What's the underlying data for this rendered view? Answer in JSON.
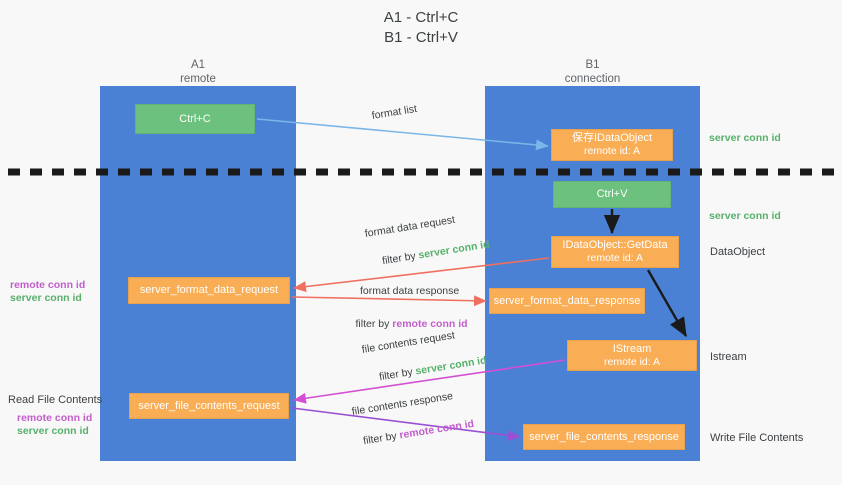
{
  "title": "A1 - Ctrl+C\nB1 - Ctrl+V",
  "lanes": [
    {
      "name": "A1",
      "sub": "remote",
      "header": "A1\nremote"
    },
    {
      "name": "B1",
      "sub": "connection",
      "header": "B1\nconnection"
    }
  ],
  "colors": {
    "lane": "#4a81d4",
    "green_box": "#6cc17e",
    "orange_box": "#f9ad54",
    "server_conn_id": "#57b06a",
    "remote_conn_id": "#c25ecb",
    "arrow_blue": "#7ab6e8",
    "arrow_red": "#f07060",
    "arrow_magenta": "#d44fd4",
    "arrow_purple": "#9b4fd4",
    "arrow_black": "#1a1a1a",
    "background": "#f8f8f8"
  },
  "boxes": {
    "ctrl_c": {
      "line1": "Ctrl+C",
      "line2": ""
    },
    "save_idataobject": {
      "line1": "保存IDataObject",
      "line2": "remote id: A"
    },
    "ctrl_v": {
      "line1": "Ctrl+V",
      "line2": ""
    },
    "getdata": {
      "line1": "IDataObject::GetData",
      "line2": "remote id: A"
    },
    "format_data_request": {
      "line1": "server_format_data_request",
      "line2": ""
    },
    "format_data_response": {
      "line1": "server_format_data_response",
      "line2": ""
    },
    "istream": {
      "line1": "IStream",
      "line2": "remote id: A"
    },
    "file_contents_request": {
      "line1": "server_file_contents_request",
      "line2": ""
    },
    "file_contents_response": {
      "line1": "server_file_contents_response",
      "line2": ""
    }
  },
  "arrow_labels": {
    "format_list": "format list",
    "format_data_request": {
      "line1": "format data request",
      "prefix": "filter by ",
      "key": "server conn id"
    },
    "format_data_response": {
      "line1": "format data response",
      "prefix": "filter by ",
      "key": "remote conn id"
    },
    "file_contents_request": {
      "line1": "file contents request",
      "prefix": "filter by ",
      "key": "server conn id"
    },
    "file_contents_response": {
      "line1": "file contents response",
      "prefix": "filter by ",
      "key": "remote conn id"
    }
  },
  "right_labels": {
    "server_conn_id_top": "server conn id",
    "server_conn_id_mid": "server conn id",
    "dataobject": "DataObject",
    "istream": "Istream",
    "write_file_contents": "Write File Contents"
  },
  "left_labels": {
    "legend_remote": "remote conn id",
    "legend_server": "server conn id",
    "read_file_contents": "Read File Contents",
    "legend_remote_2": "remote conn id",
    "legend_server_2": "server conn id"
  }
}
